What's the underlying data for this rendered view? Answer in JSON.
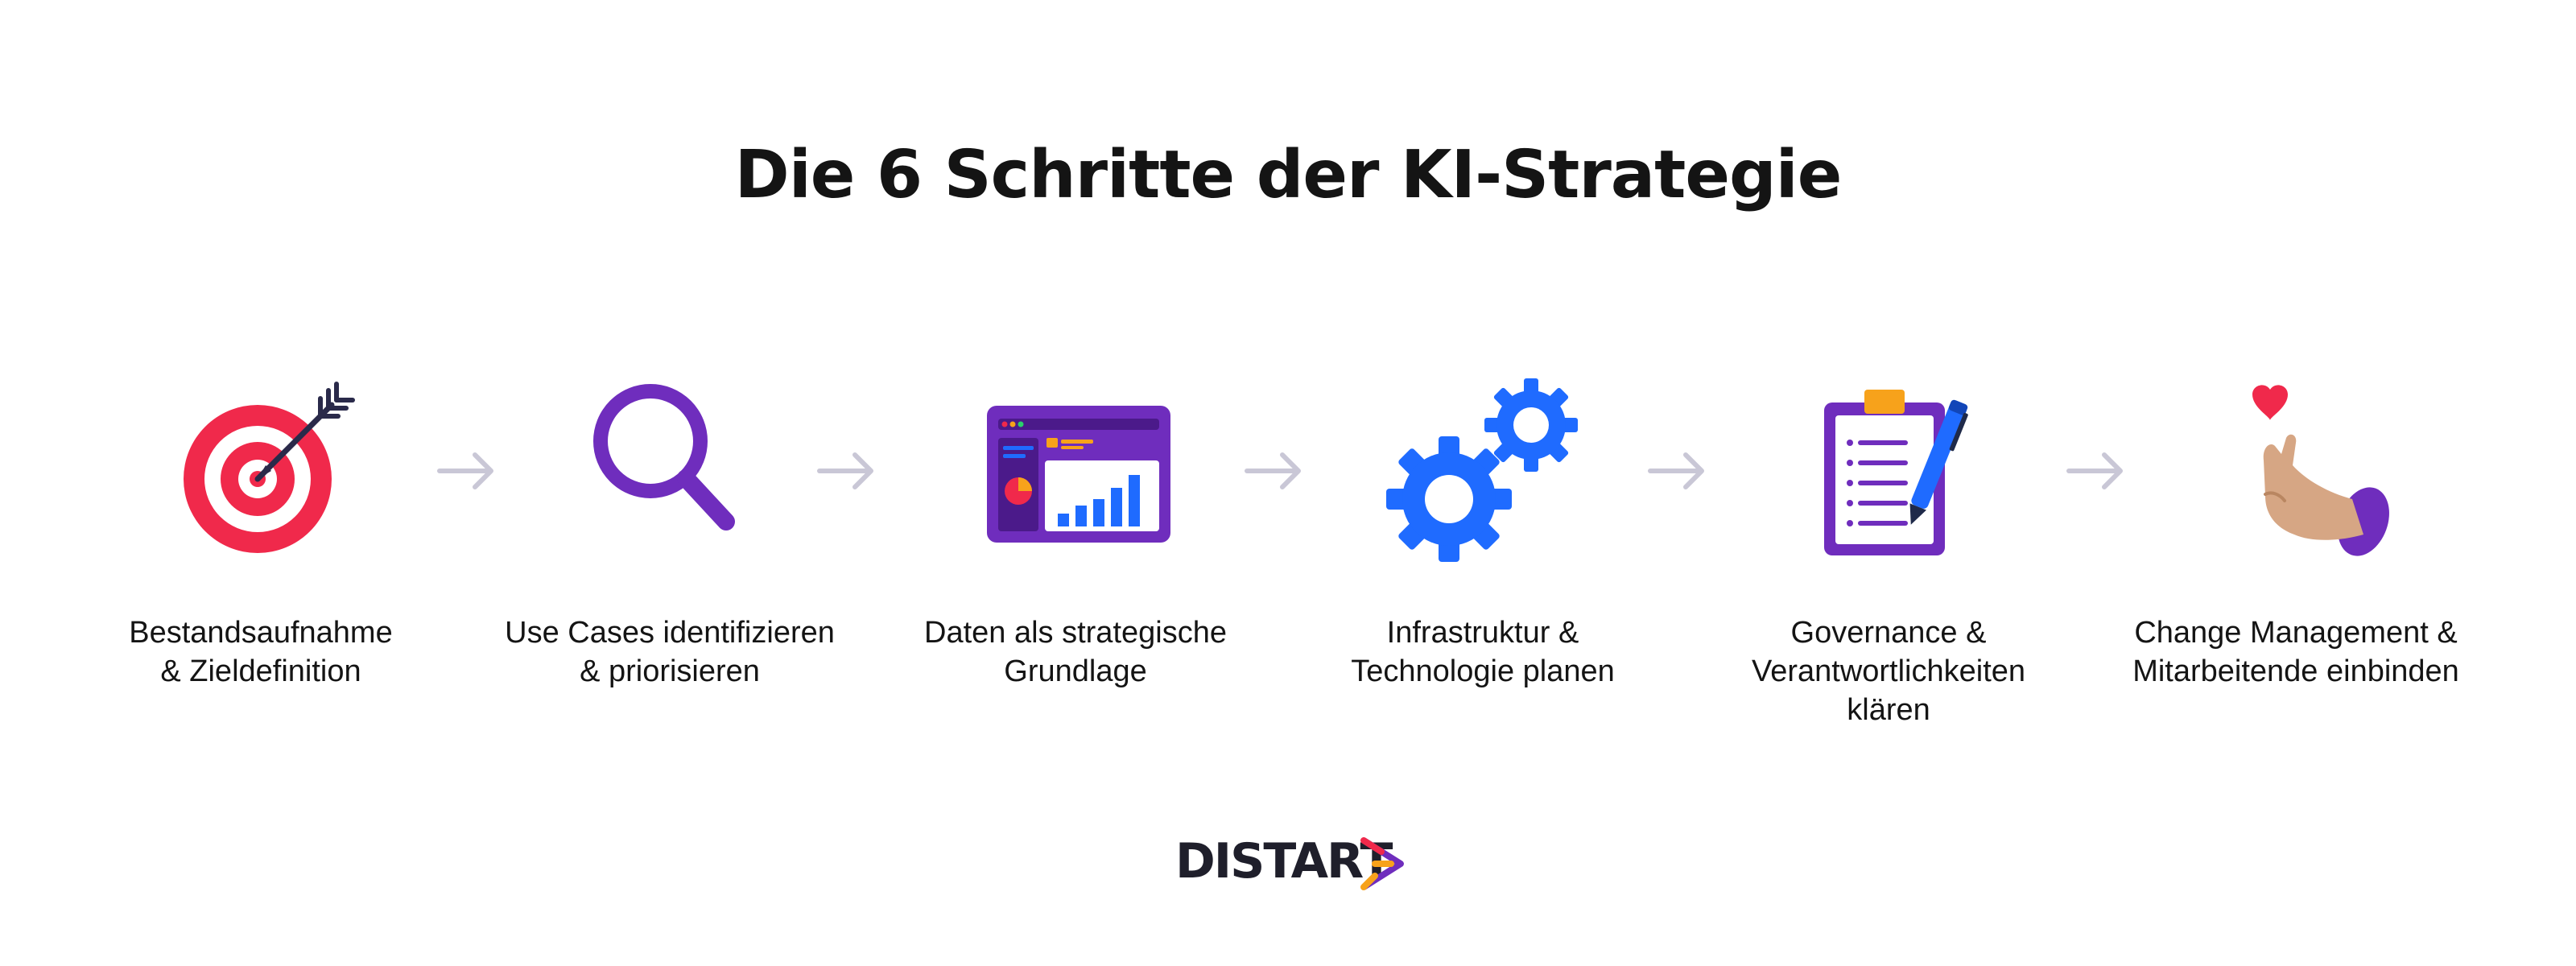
{
  "title": "Die 6 Schritte der KI-Strategie",
  "steps": [
    {
      "icon": "target-icon",
      "lines": [
        "Bestandsaufnahme",
        "& Zieldefinition"
      ]
    },
    {
      "icon": "magnifier-icon",
      "lines": [
        "Use Cases identifizieren",
        "& priorisieren"
      ]
    },
    {
      "icon": "dashboard-icon",
      "lines": [
        "Daten als strategische",
        "Grundlage"
      ]
    },
    {
      "icon": "gears-icon",
      "lines": [
        "Infrastruktur &",
        "Technologie planen"
      ]
    },
    {
      "icon": "clipboard-icon",
      "lines": [
        "Governance &",
        "Verantwortlichkeiten",
        "klären"
      ]
    },
    {
      "icon": "hand-heart-icon",
      "lines": [
        "Change Management &",
        "Mitarbeitende einbinden"
      ]
    }
  ],
  "logo": {
    "text": "DISTART"
  },
  "colors": {
    "target_red": "#f0294b",
    "purple": "#6f2dbd",
    "blue": "#1f6bff",
    "orange": "#f7a21b",
    "arrow_gray": "#c9c7d6",
    "text": "#141414",
    "skin": "#d6a684"
  }
}
